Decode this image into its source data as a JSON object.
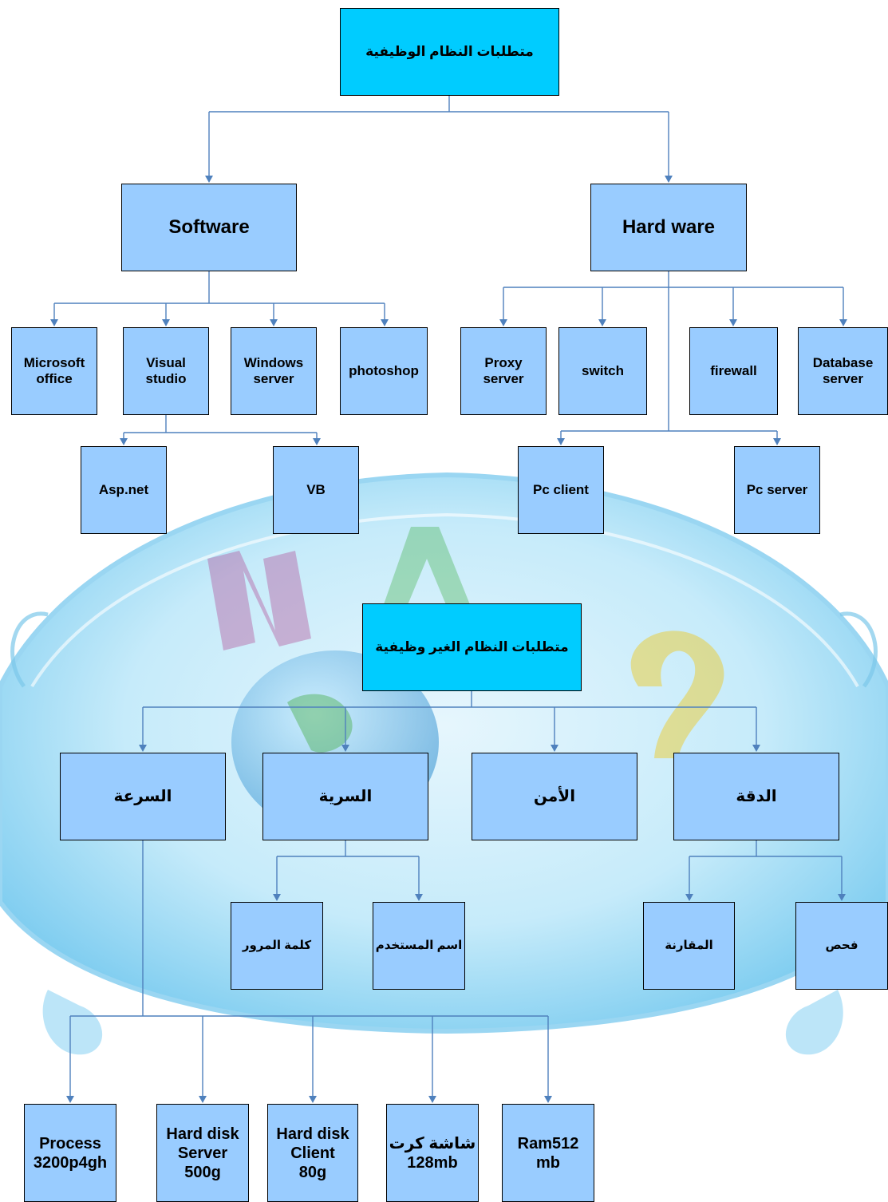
{
  "functional": {
    "title": "متطلبات النظام الوظيفية",
    "software": {
      "label": "Software",
      "children": [
        "Microsoft\noffice",
        "Visual\nstudio",
        "Windows\nserver",
        "photoshop"
      ],
      "visual_studio_children": [
        "Asp.net",
        "VB"
      ]
    },
    "hardware": {
      "label": "Hard ware",
      "children": [
        "Proxy\nserver",
        "switch",
        "firewall",
        "Database\nserver"
      ],
      "pc_children": [
        "Pc client",
        "Pc server"
      ]
    }
  },
  "nonfunctional": {
    "title": "متطلبات النظام الغير وظيفية",
    "categories": [
      "السرعة",
      "السرية",
      "الأمن",
      "الدقة"
    ],
    "secrecy_children": [
      "كلمة المرور",
      "اسم المستخدم"
    ],
    "accuracy_children": [
      "المقارنة",
      "فحص"
    ],
    "speed_children": [
      "Process\n3200p4gh",
      "Hard disk\nServer\n500g",
      "Hard disk\nClient\n80g",
      "شاشة كرت\n128mb",
      "Ram512\nmb"
    ]
  },
  "colors": {
    "root_fill": "#00ccff",
    "node_fill": "#99ccff",
    "connector": "#4f81bd",
    "backdrop": "#bfe6f8"
  }
}
